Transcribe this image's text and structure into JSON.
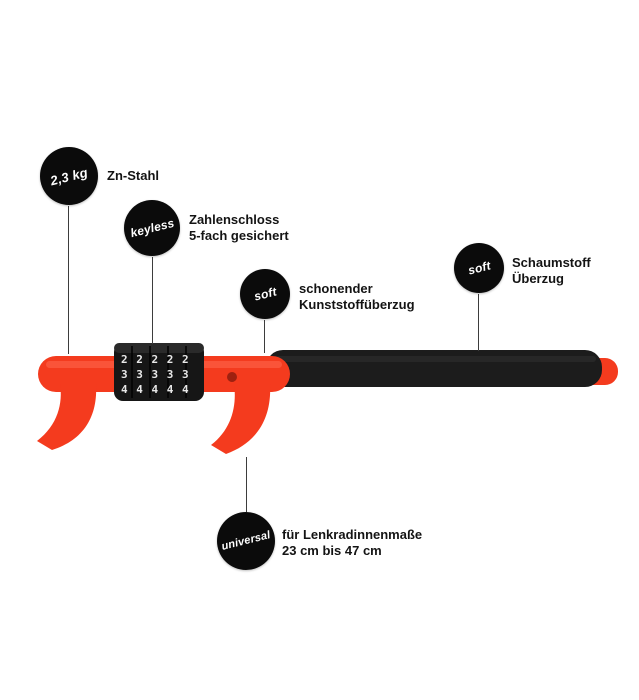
{
  "colors": {
    "red": "#f43b1e",
    "dark": "#141414",
    "badge_bg": "#0b0b0b",
    "connector": "#3d3d3d"
  },
  "callouts": [
    {
      "id": "weight",
      "badge": "2,3 kg",
      "label": "Zn-Stahl"
    },
    {
      "id": "keyless",
      "badge": "keyless",
      "label": "Zahlenschloss\n5-fach gesichert"
    },
    {
      "id": "soft-left",
      "badge": "soft",
      "label": "schonender\nKunststoffüberzug"
    },
    {
      "id": "soft-right",
      "badge": "soft",
      "label": "Schaumstoff\nÜberzug"
    },
    {
      "id": "universal",
      "badge": "universal",
      "label": "für Lenkradinnenmaße\n23 cm bis 47 cm"
    }
  ],
  "product": {
    "name": "steering-wheel-lock",
    "dial_rows": [
      "2 2 2 2 2",
      "3 3 3 3 3",
      "4 4 4 4 4"
    ]
  }
}
